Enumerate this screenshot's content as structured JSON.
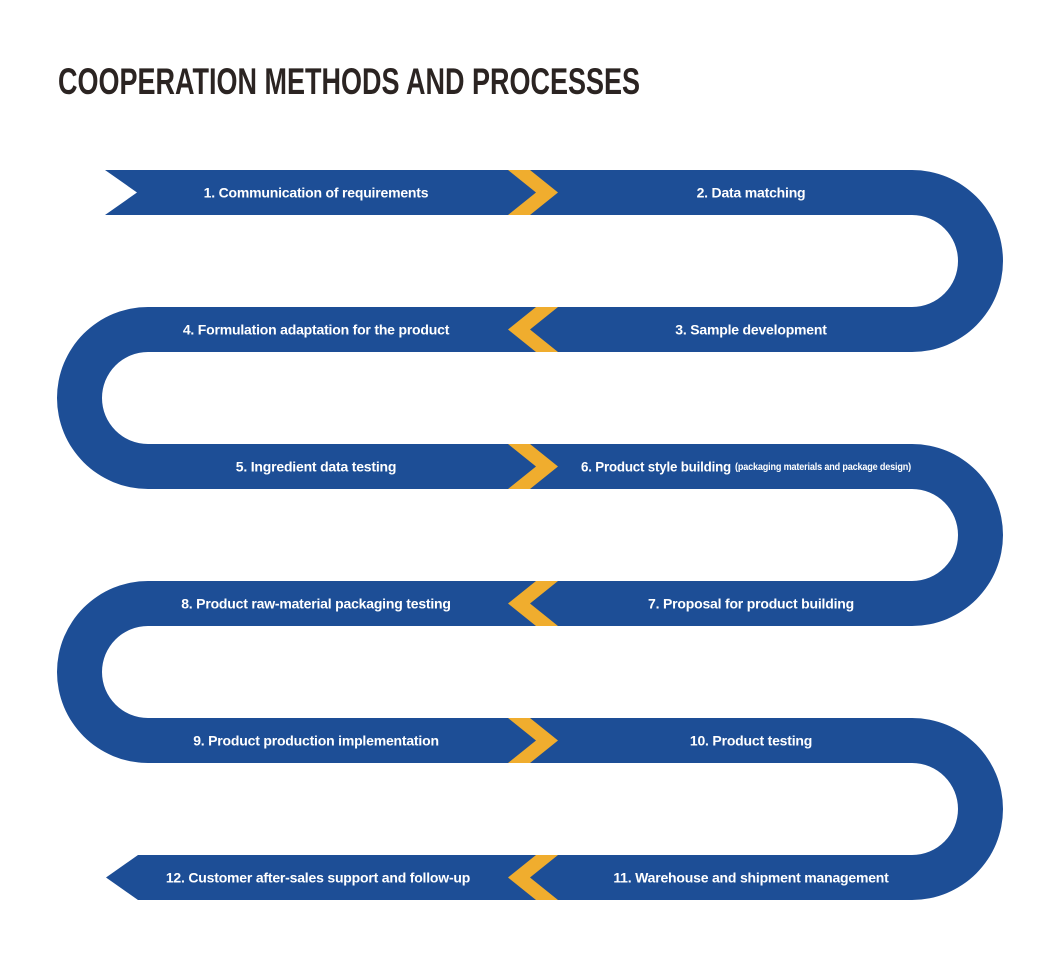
{
  "title": "COOPERATION METHODS AND PROCESSES",
  "colors": {
    "ribbon": "#1d4e96",
    "chevron": "#f0ad2e",
    "title": "#2b2422",
    "step_text": "#ffffff",
    "background": "#ffffff"
  },
  "steps": [
    {
      "label": "1. Communication of requirements"
    },
    {
      "label": "2. Data matching"
    },
    {
      "label": "3. Sample development"
    },
    {
      "label": "4. Formulation adaptation for the product"
    },
    {
      "label": "5. Ingredient data testing"
    },
    {
      "label": "6. Product style building",
      "note": "(packaging materials and package design)"
    },
    {
      "label": "7. Proposal for product  building"
    },
    {
      "label": "8. Product raw-material packaging testing"
    },
    {
      "label": "9. Product production implementation"
    },
    {
      "label": "10. Product testing"
    },
    {
      "label": "11. Warehouse and shipment management"
    },
    {
      "label": "12. Customer after-sales support and follow-up"
    }
  ]
}
